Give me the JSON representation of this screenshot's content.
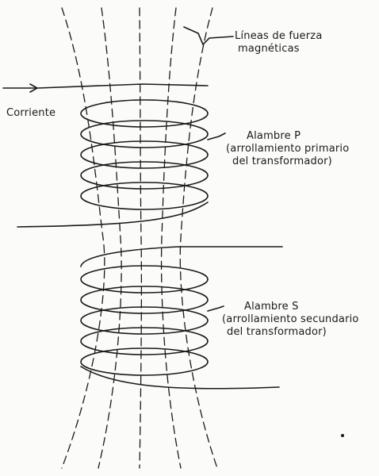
{
  "labels": {
    "field_lines": [
      "Líneas de fuerza",
      "magnéticas"
    ],
    "current": "Corriente",
    "primary": [
      "Alambre P",
      "(arrollamiento primario",
      "del transformador)"
    ],
    "secondary": [
      "Alambre S",
      "(arrollamiento secundario",
      "del transformador)"
    ]
  },
  "colors": {
    "ink": "#1a1a1a",
    "paper": "#fbfbf9"
  }
}
